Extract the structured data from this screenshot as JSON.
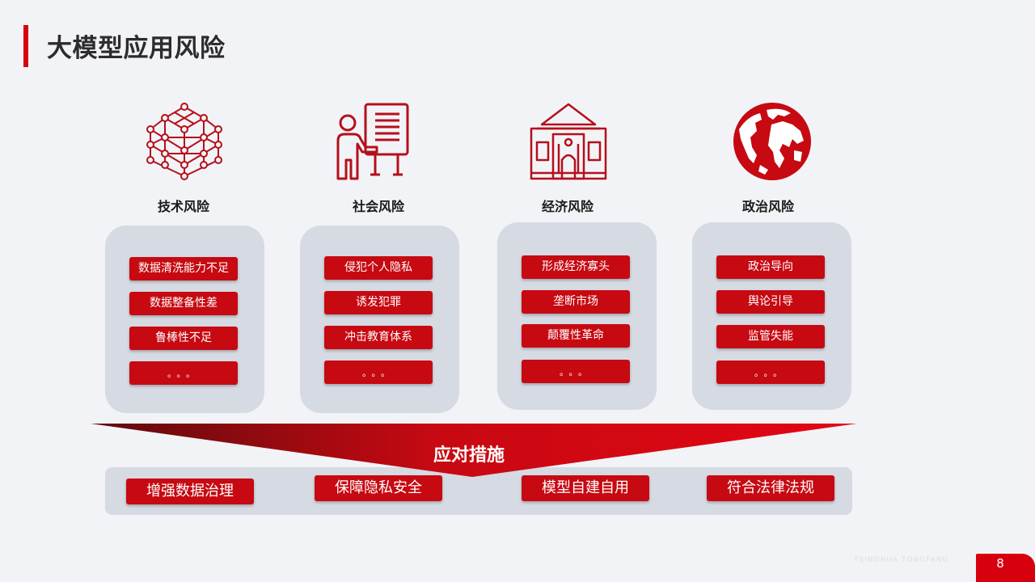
{
  "slide": {
    "title": "大模型应用风险",
    "page_number": "8",
    "footer_text": "TSINGHUA  TONGFANG",
    "accent_color": "#d7000f"
  },
  "categories": [
    {
      "icon": "network-cube-icon",
      "label": "技术风险",
      "items": [
        "数据清洗能力不足",
        "数据整备性差",
        "鲁棒性不足",
        "。。。"
      ]
    },
    {
      "icon": "presenter-board-icon",
      "label": "社会风险",
      "items": [
        "侵犯个人隐私",
        "诱发犯罪",
        "冲击教育体系",
        "。。。"
      ]
    },
    {
      "icon": "bank-building-icon",
      "label": "经济风险",
      "items": [
        "形成经济寡头",
        "垄断市场",
        "颠覆性革命",
        "。。。"
      ]
    },
    {
      "icon": "globe-icon",
      "label": "政治风险",
      "items": [
        "政治导向",
        "舆论引导",
        "监管失能",
        "。。。"
      ]
    }
  ],
  "measures": {
    "title": "应对措施",
    "items": [
      "增强数据治理",
      "保障隐私安全",
      "模型自建自用",
      "符合法律法规"
    ]
  }
}
